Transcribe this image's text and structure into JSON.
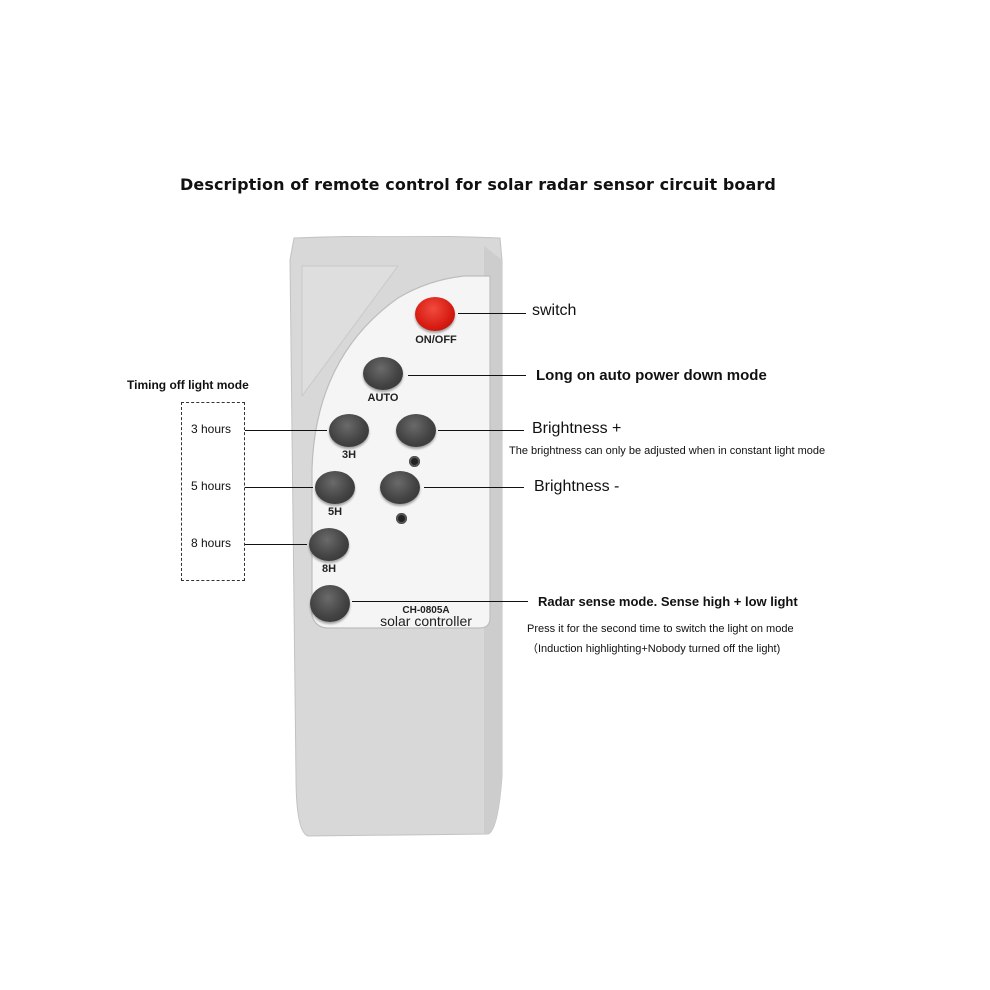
{
  "title": "Description of remote control for solar radar sensor circuit board",
  "remote": {
    "model": "CH-0805A",
    "name": "solar controller"
  },
  "buttons": {
    "onoff": "ON/OFF",
    "auto": "AUTO",
    "h3": "3H",
    "h5": "5H",
    "h8": "8H"
  },
  "left_panel": {
    "heading": "Timing off light mode",
    "items": [
      "3 hours",
      "5 hours",
      "8 hours"
    ]
  },
  "annotations": {
    "switch": "switch",
    "auto": "Long on auto power down mode",
    "brightness_plus": "Brightness +",
    "brightness_note": "The brightness can only be adjusted when in constant light mode",
    "brightness_minus": "Brightness -",
    "radar": "Radar sense mode. Sense high + low light",
    "radar_note1": "Press it for the second time to switch the light on mode",
    "radar_note2": "（Induction highlighting+Nobody turned off the light)"
  },
  "colors": {
    "remote_body": "#d9d9d9",
    "panel": "#f4f4f4",
    "button": "#444444",
    "power_button": "#d61c12"
  }
}
